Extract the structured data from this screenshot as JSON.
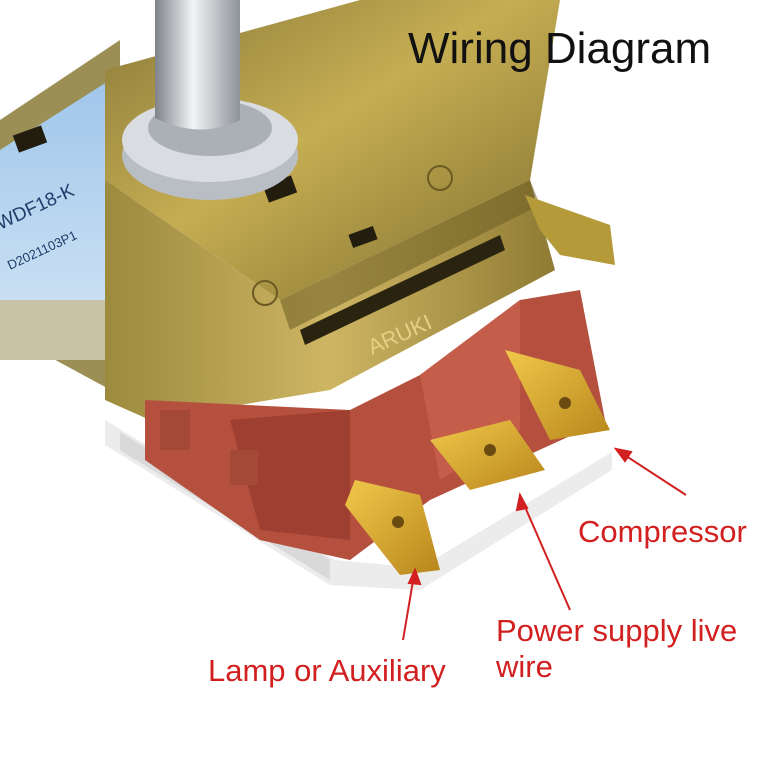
{
  "title": "Wiring Diagram",
  "body_label": "WDF18-K",
  "part_number": "D2021103P1",
  "brand_mark": "ARUKI",
  "labels": {
    "compressor": "Compressor",
    "power_supply": "Power supply live wire",
    "lamp": "Lamp or Auxiliary"
  },
  "colors": {
    "label_red": "#d21f1f",
    "metal": "#b59a3a",
    "terminal_block": "#b5503f",
    "brass": "#d6a42a",
    "base_white": "#eeeeee"
  }
}
